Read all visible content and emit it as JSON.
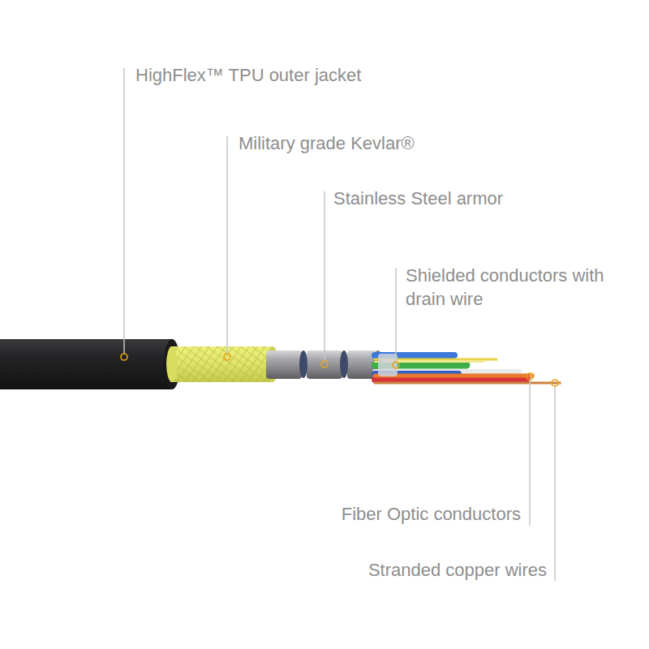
{
  "diagram": {
    "labels": [
      "HighFlex™ TPU outer jacket",
      "Military grade Kevlar®",
      "Stainless Steel armor",
      "Shielded conductors with drain wire",
      "Fiber Optic conductors",
      "Stranded copper wires"
    ]
  }
}
